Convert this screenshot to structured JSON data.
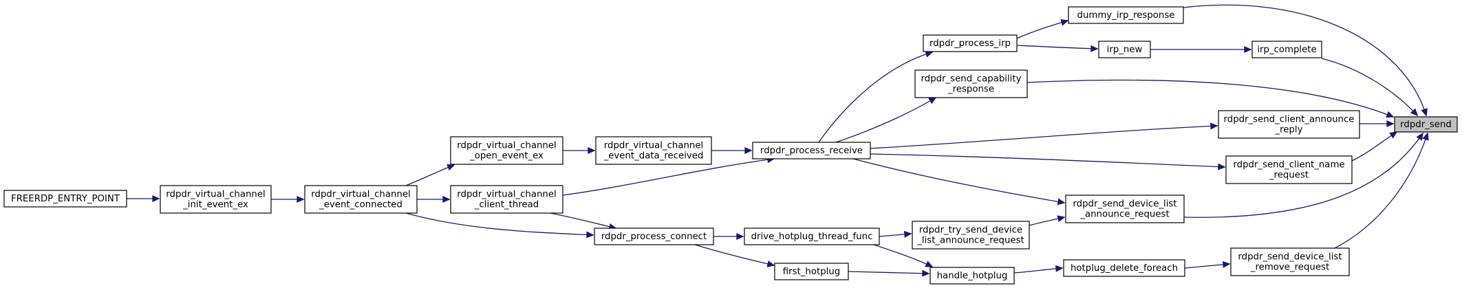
{
  "diagram": {
    "colors": {
      "edge": "#191970",
      "root_fill": "#bfbfbf",
      "node_border": "#000000"
    },
    "nodes": [
      {
        "id": "rdpdr_send",
        "lines": [
          "rdpdr_send"
        ],
        "root": true
      },
      {
        "id": "dummy_irp_response",
        "lines": [
          "dummy_irp_response"
        ]
      },
      {
        "id": "irp_complete",
        "lines": [
          "irp_complete"
        ]
      },
      {
        "id": "irp_new",
        "lines": [
          "irp_new"
        ]
      },
      {
        "id": "rdpdr_process_irp",
        "lines": [
          "rdpdr_process_irp"
        ]
      },
      {
        "id": "rdpdr_send_capability_response",
        "lines": [
          "rdpdr_send_capability",
          "_response"
        ]
      },
      {
        "id": "rdpdr_send_client_announce_reply",
        "lines": [
          "rdpdr_send_client_announce",
          "_reply"
        ]
      },
      {
        "id": "rdpdr_send_client_name_request",
        "lines": [
          "rdpdr_send_client_name",
          "_request"
        ]
      },
      {
        "id": "rdpdr_process_receive",
        "lines": [
          "rdpdr_process_receive"
        ]
      },
      {
        "id": "rdpdr_virtual_channel_event_data_received",
        "lines": [
          "rdpdr_virtual_channel",
          "_event_data_received"
        ]
      },
      {
        "id": "rdpdr_virtual_channel_open_event_ex",
        "lines": [
          "rdpdr_virtual_channel",
          "_open_event_ex"
        ]
      },
      {
        "id": "rdpdr_virtual_channel_client_thread",
        "lines": [
          "rdpdr_virtual_channel",
          "_client_thread"
        ]
      },
      {
        "id": "rdpdr_virtual_channel_event_connected",
        "lines": [
          "rdpdr_virtual_channel",
          "_event_connected"
        ]
      },
      {
        "id": "rdpdr_virtual_channel_init_event_ex",
        "lines": [
          "rdpdr_virtual_channel",
          "_init_event_ex"
        ]
      },
      {
        "id": "FREERDP_ENTRY_POINT",
        "lines": [
          "FREERDP_ENTRY_POINT"
        ]
      },
      {
        "id": "rdpdr_send_device_list_announce_request",
        "lines": [
          "rdpdr_send_device_list",
          "_announce_request"
        ]
      },
      {
        "id": "rdpdr_try_send_device_list_announce_request",
        "lines": [
          "rdpdr_try_send_device",
          "_list_announce_request"
        ]
      },
      {
        "id": "drive_hotplug_thread_func",
        "lines": [
          "drive_hotplug_thread_func"
        ]
      },
      {
        "id": "rdpdr_process_connect",
        "lines": [
          "rdpdr_process_connect"
        ]
      },
      {
        "id": "handle_hotplug",
        "lines": [
          "handle_hotplug"
        ]
      },
      {
        "id": "first_hotplug",
        "lines": [
          "first_hotplug"
        ]
      },
      {
        "id": "hotplug_delete_foreach",
        "lines": [
          "hotplug_delete_foreach"
        ]
      },
      {
        "id": "rdpdr_send_device_list_remove_request",
        "lines": [
          "rdpdr_send_device_list",
          "_remove_request"
        ]
      }
    ],
    "edges": [
      {
        "from": "dummy_irp_response",
        "to": "rdpdr_send"
      },
      {
        "from": "irp_complete",
        "to": "rdpdr_send"
      },
      {
        "from": "rdpdr_send_capability_response",
        "to": "rdpdr_send"
      },
      {
        "from": "rdpdr_send_client_announce_reply",
        "to": "rdpdr_send"
      },
      {
        "from": "rdpdr_send_client_name_request",
        "to": "rdpdr_send"
      },
      {
        "from": "rdpdr_send_device_list_announce_request",
        "to": "rdpdr_send"
      },
      {
        "from": "rdpdr_send_device_list_remove_request",
        "to": "rdpdr_send"
      },
      {
        "from": "rdpdr_process_irp",
        "to": "dummy_irp_response"
      },
      {
        "from": "irp_new",
        "to": "irp_complete"
      },
      {
        "from": "rdpdr_process_irp",
        "to": "irp_new"
      },
      {
        "from": "rdpdr_process_receive",
        "to": "rdpdr_process_irp"
      },
      {
        "from": "rdpdr_process_receive",
        "to": "rdpdr_send_capability_response"
      },
      {
        "from": "rdpdr_process_receive",
        "to": "rdpdr_send_client_announce_reply"
      },
      {
        "from": "rdpdr_process_receive",
        "to": "rdpdr_send_client_name_request"
      },
      {
        "from": "rdpdr_process_receive",
        "to": "rdpdr_send_device_list_announce_request"
      },
      {
        "from": "rdpdr_virtual_channel_event_data_received",
        "to": "rdpdr_process_receive"
      },
      {
        "from": "rdpdr_virtual_channel_client_thread",
        "to": "rdpdr_process_receive"
      },
      {
        "from": "rdpdr_virtual_channel_open_event_ex",
        "to": "rdpdr_virtual_channel_event_data_received"
      },
      {
        "from": "rdpdr_virtual_channel_event_connected",
        "to": "rdpdr_virtual_channel_open_event_ex"
      },
      {
        "from": "rdpdr_virtual_channel_event_connected",
        "to": "rdpdr_virtual_channel_client_thread"
      },
      {
        "from": "rdpdr_virtual_channel_init_event_ex",
        "to": "rdpdr_virtual_channel_event_connected"
      },
      {
        "from": "FREERDP_ENTRY_POINT",
        "to": "rdpdr_virtual_channel_init_event_ex"
      },
      {
        "from": "rdpdr_virtual_channel_client_thread",
        "to": "rdpdr_process_connect"
      },
      {
        "from": "rdpdr_virtual_channel_event_connected",
        "to": "rdpdr_process_connect"
      },
      {
        "from": "rdpdr_process_connect",
        "to": "drive_hotplug_thread_func"
      },
      {
        "from": "drive_hotplug_thread_func",
        "to": "rdpdr_try_send_device_list_announce_request"
      },
      {
        "from": "rdpdr_try_send_device_list_announce_request",
        "to": "rdpdr_send_device_list_announce_request"
      },
      {
        "from": "drive_hotplug_thread_func",
        "to": "handle_hotplug"
      },
      {
        "from": "first_hotplug",
        "to": "handle_hotplug"
      },
      {
        "from": "rdpdr_process_connect",
        "to": "first_hotplug"
      },
      {
        "from": "handle_hotplug",
        "to": "hotplug_delete_foreach"
      },
      {
        "from": "hotplug_delete_foreach",
        "to": "rdpdr_send_device_list_remove_request"
      }
    ]
  }
}
